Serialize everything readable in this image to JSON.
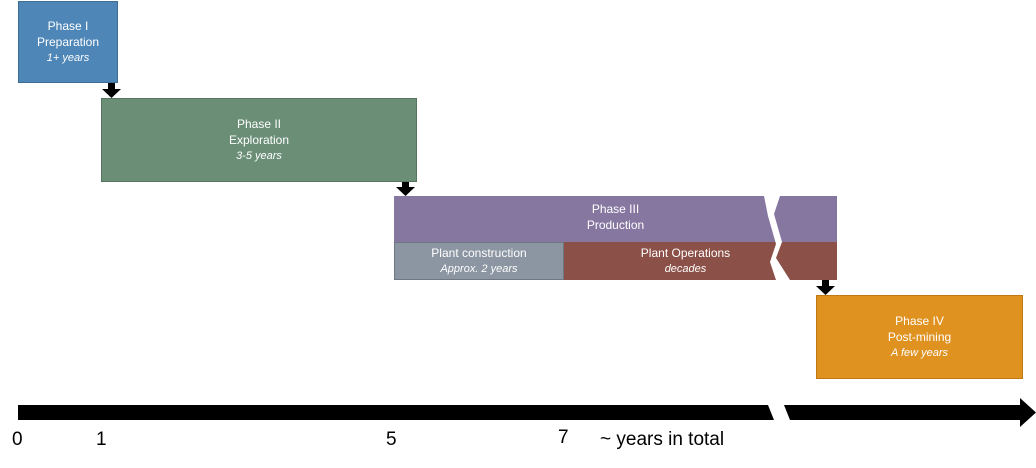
{
  "phases": {
    "phase1": {
      "title": "Phase I",
      "subtitle": "Preparation",
      "duration": "1+ years"
    },
    "phase2": {
      "title": "Phase II",
      "subtitle": "Exploration",
      "duration": "3-5 years"
    },
    "phase3": {
      "title": "Phase III",
      "subtitle": "Production",
      "construction": {
        "label": "Plant construction",
        "duration": "Approx. 2 years"
      },
      "operations": {
        "label": "Plant Operations",
        "duration": "decades"
      }
    },
    "phase4": {
      "title": "Phase IV",
      "subtitle": "Post-mining",
      "duration": "A few years"
    }
  },
  "timeline": {
    "ticks": [
      "0",
      "1",
      "5",
      "7"
    ],
    "total_label": "~ years in total"
  },
  "colors": {
    "phase1": "#4e86b7",
    "phase2": "#6b8e77",
    "phase3": "#8677a1",
    "construction": "#8c95a2",
    "operations": "#8b5047",
    "phase4": "#df9220",
    "arrows": "#000000"
  }
}
